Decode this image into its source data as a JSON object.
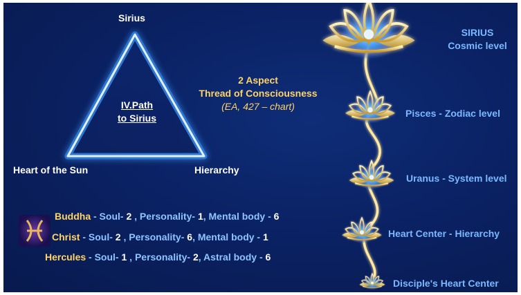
{
  "triangle": {
    "top_label": "Sirius",
    "left_label": "Heart of the Sun",
    "right_label": "Hierarchy",
    "inner_line1": "IV.Path",
    "inner_line2": "to Sirius"
  },
  "aspect": {
    "line1": "2 Aspect",
    "line2": "Thread of Consciousness",
    "line3": "(EA, 427 – chart)"
  },
  "levels": [
    {
      "line1": "SIRIUS",
      "line2": "Cosmic level"
    },
    {
      "line1": "Pisces - Zodiac level"
    },
    {
      "line1": "Uranus - System level"
    },
    {
      "line1": "Heart Center - Hierarchy"
    },
    {
      "line1": "Disciple's Heart Center"
    }
  ],
  "rays": [
    {
      "name": "Buddha",
      "a": " - Soul- ",
      "av": "2",
      "b": " , Personality- ",
      "bv": "1",
      "c": ", Mental body - ",
      "cv": "6"
    },
    {
      "name": "Christ",
      "a": " - Soul- ",
      "av": "2",
      "b": " , Personality- ",
      "bv": "6",
      "c": ", Mental body - ",
      "cv": "1"
    },
    {
      "name": "Hercules",
      "a": " - Soul- ",
      "av": "1",
      "b": " , Personality- ",
      "bv": "2",
      "c": ", Astral body - ",
      "cv": "6"
    }
  ],
  "icons": {
    "pisces": "pisces-icon",
    "lotus": "lotus-icon"
  },
  "colors": {
    "background": "#0a2060",
    "triangle_glow": "#4aa8ff",
    "gold": "#ffd466",
    "level_text": "#7ab8ff",
    "stem": "#ffe9a0"
  }
}
